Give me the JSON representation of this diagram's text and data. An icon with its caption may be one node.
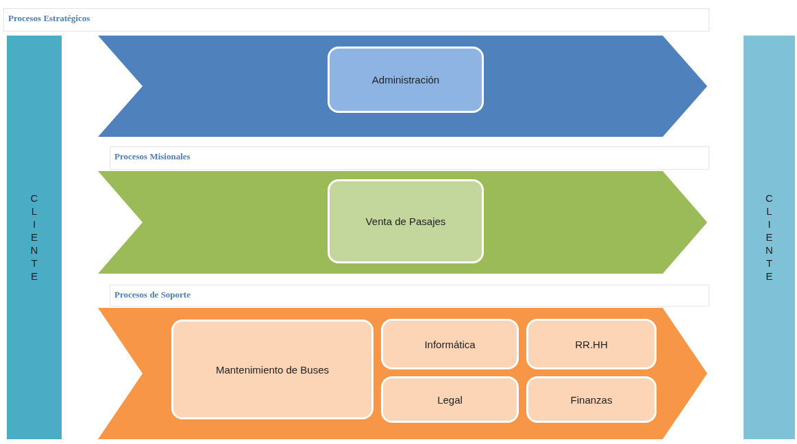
{
  "diagram": {
    "nodes": [
      {
        "text": [
          "CLIENTE"
        ]
      },
      {
        "text": [
          "Procesos Estratégicos"
        ]
      },
      {
        "text": [
          "Administración"
        ],
        "in": 1
      },
      {
        "text": [
          "Procesos Misionales"
        ]
      },
      {
        "text": [
          "Venta de Pasajes"
        ],
        "in": 3
      },
      {
        "text": [
          "Procesos de Soporte"
        ]
      },
      {
        "text": [
          "Mantenimiento de Buses"
        ],
        "in": 5
      },
      {
        "text": [
          "Informática"
        ],
        "in": 5
      },
      {
        "text": [
          "RR.HH"
        ],
        "in": 5
      },
      {
        "text": [
          "Legal"
        ],
        "in": 5
      },
      {
        "text": [
          "Finanzas"
        ],
        "in": 5
      },
      {
        "text": [
          "CLIENTE"
        ]
      }
    ],
    "edges": []
  }
}
